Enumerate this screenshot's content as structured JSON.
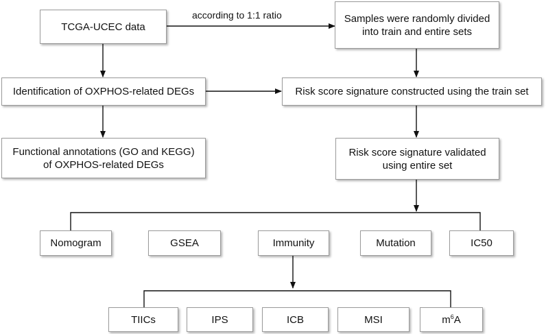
{
  "nodes": {
    "tcga": {
      "label": "TCGA-UCEC data"
    },
    "samples": {
      "line1": "Samples were randomly divided",
      "line2": "into train and entire sets"
    },
    "identification": {
      "label": "Identification of OXPHOS-related DEGs"
    },
    "risk_train": {
      "label": "Risk score signature constructed using the train set"
    },
    "functional": {
      "line1": "Functional annotations (GO and KEGG)",
      "line2": "of OXPHOS-related DEGs"
    },
    "risk_validated": {
      "line1": "Risk score signature validated",
      "line2": "using entire set"
    },
    "nomogram": {
      "label": "Nomogram"
    },
    "gsea": {
      "label": "GSEA"
    },
    "immunity": {
      "label": "Immunity"
    },
    "mutation": {
      "label": "Mutation"
    },
    "ic50": {
      "label": "IC50"
    },
    "tiics": {
      "label": "TIICs"
    },
    "ips": {
      "label": "IPS"
    },
    "icb": {
      "label": "ICB"
    },
    "msi": {
      "label": "MSI"
    },
    "m6a": {
      "prefix": "m",
      "sup": "6",
      "suffix": "A"
    }
  },
  "edges": {
    "tcga_to_samples": {
      "label": "according to 1:1 ratio"
    }
  },
  "colors": {
    "line": "#111111",
    "border": "#9a9a9a"
  }
}
